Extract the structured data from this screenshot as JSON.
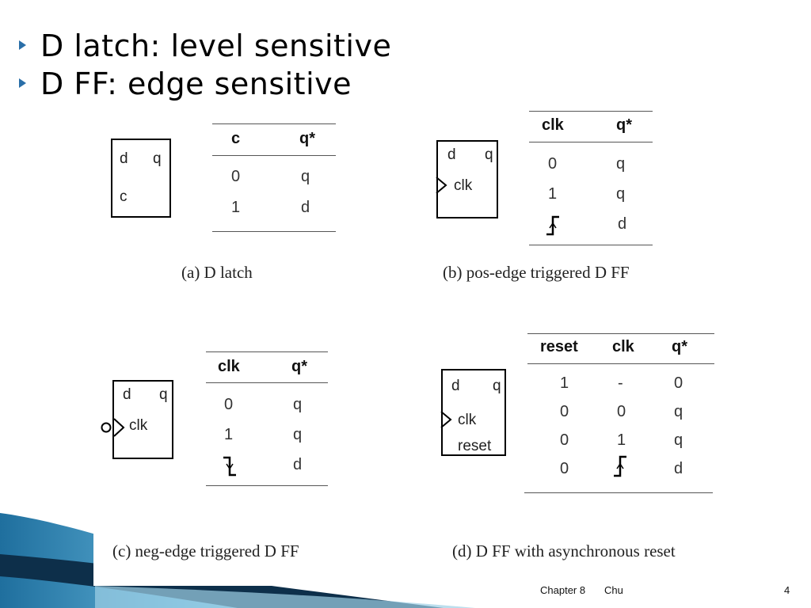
{
  "bullets": [
    "D latch: level sensitive",
    "D FF: edge sensitive"
  ],
  "panels": {
    "a": {
      "pins": {
        "d": "d",
        "q": "q",
        "c": "c"
      },
      "headers": [
        "c",
        "q*"
      ],
      "rows": [
        [
          "0",
          "q"
        ],
        [
          "1",
          "d"
        ]
      ],
      "caption": "(a) D latch"
    },
    "b": {
      "pins": {
        "d": "d",
        "q": "q",
        "clk": "clk"
      },
      "headers": [
        "clk",
        "q*"
      ],
      "rows": [
        [
          "0",
          "q"
        ],
        [
          "1",
          "q"
        ],
        [
          "rising-edge-icon",
          "d"
        ]
      ],
      "caption": "(b) pos-edge triggered D FF"
    },
    "c": {
      "pins": {
        "d": "d",
        "q": "q",
        "clk": "clk"
      },
      "headers": [
        "clk",
        "q*"
      ],
      "rows": [
        [
          "0",
          "q"
        ],
        [
          "1",
          "q"
        ],
        [
          "falling-edge-icon",
          "d"
        ]
      ],
      "caption": "(c) neg-edge triggered D FF"
    },
    "d": {
      "pins": {
        "d": "d",
        "q": "q",
        "clk": "clk",
        "reset": "reset"
      },
      "headers": [
        "reset",
        "clk",
        "q*"
      ],
      "rows": [
        [
          "1",
          "-",
          "0"
        ],
        [
          "0",
          "0",
          "q"
        ],
        [
          "0",
          "1",
          "q"
        ],
        [
          "0",
          "rising-edge-icon",
          "d"
        ]
      ],
      "caption": "(d)  D FF with asynchronous reset"
    }
  },
  "footer": {
    "chapter": "Chapter 8",
    "author": "Chu",
    "page": "4"
  },
  "colors": {
    "bullet": "#2a6fa8",
    "swoosh_dark": "#0d2f4a",
    "swoosh_blue": "#3d8fbf",
    "swoosh_light": "#9fd0e6"
  }
}
